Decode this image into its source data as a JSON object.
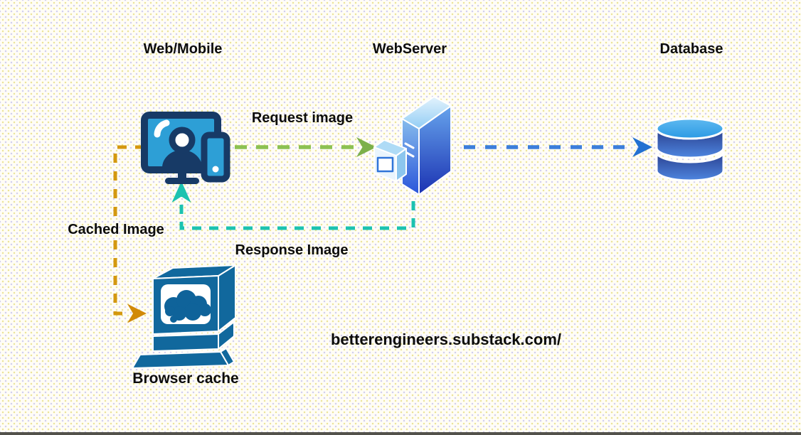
{
  "diagram": {
    "nodes": {
      "web_mobile": {
        "label": "Web/Mobile",
        "icon": "monitor-person-phone-icon"
      },
      "web_server": {
        "label": "WebServer",
        "icon": "server-tower-icon"
      },
      "database": {
        "label": "Database",
        "icon": "database-cylinder-icon"
      },
      "browser_cache": {
        "label": "Browser cache",
        "icon": "crt-computer-cloud-icon"
      }
    },
    "edges": {
      "request": {
        "label": "Request image",
        "from": "web_mobile",
        "to": "web_server",
        "color": "#8cc152",
        "style": "dashed-arrow"
      },
      "server_to_db": {
        "label": "",
        "from": "web_server",
        "to": "database",
        "color": "#3b7edb",
        "style": "dashed-arrow"
      },
      "response": {
        "label": "Response Image",
        "from": "web_server",
        "to": "web_mobile",
        "color": "#1cc2b0",
        "style": "dashed-arrow"
      },
      "cached": {
        "label": "Cached Image",
        "from": "web_mobile",
        "to": "browser_cache",
        "color": "#d4980f",
        "style": "dashed-arrow"
      }
    },
    "footer": {
      "site_text": "betterengineers.substack.com/"
    },
    "colors": {
      "icon_navy": "#173a66",
      "icon_light_blue": "#2d9fd6",
      "cache_blue": "#11689d",
      "background": "#fffdf6",
      "bottom_bar": "#53524b"
    }
  }
}
